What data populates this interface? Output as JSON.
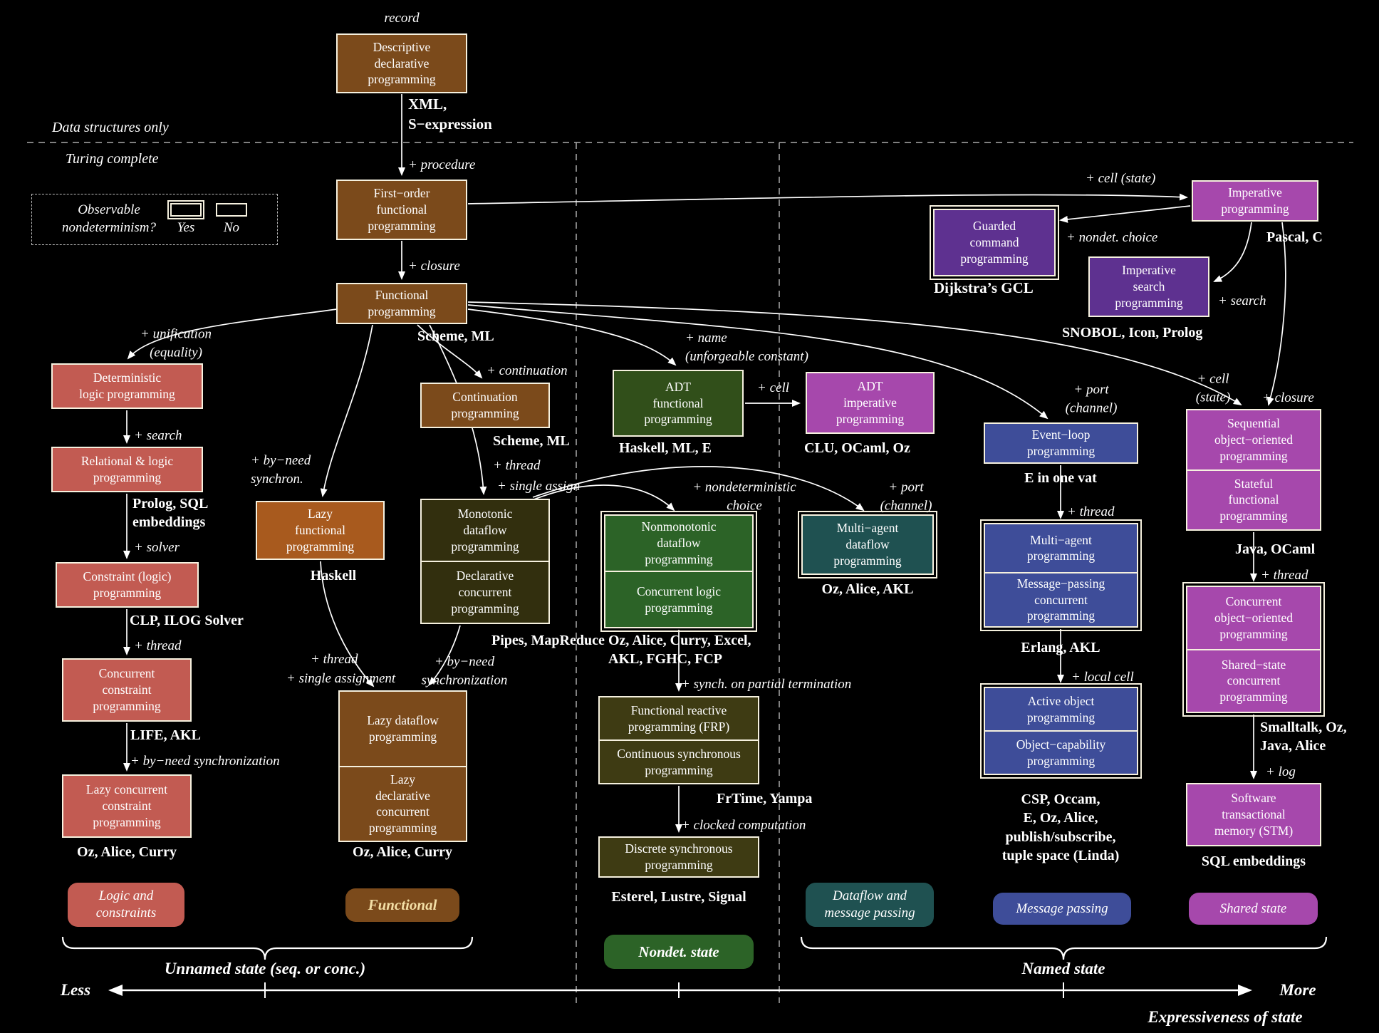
{
  "colors": {
    "background": "#000000",
    "brown": "#7b4a1b",
    "orange": "#a85a1e",
    "red": "#c25b52",
    "olive_dark": "#322f0e",
    "olive": "#3e3b13",
    "dark_green": "#314f1a",
    "green": "#2c6327",
    "teal": "#1f5151",
    "navy": "#3e4d99",
    "magenta": "#a648ac",
    "purple": "#5e3190",
    "line": "#ffffff",
    "box_border": "#f6f1df"
  },
  "top": {
    "record": "record",
    "data_structures": "Data structures only",
    "turing": "Turing complete"
  },
  "legend": {
    "q": "Observable\nnondeterminism?",
    "yes": "Yes",
    "no": "No"
  },
  "nodes": {
    "descriptive": "Descriptive\ndeclarative\nprogramming",
    "first_order": "First−order\nfunctional\nprogramming",
    "functional": "Functional\nprogramming",
    "det_logic": "Deterministic\nlogic programming",
    "rel_logic": "Relational & logic\nprogramming",
    "constraint": "Constraint (logic)\nprogramming",
    "conc_constraint": "Concurrent\nconstraint\nprogramming",
    "lazy_conc": "Lazy concurrent\nconstraint\nprogramming",
    "lazy_functional": "Lazy\nfunctional\nprogramming",
    "continuation": "Continuation\nprogramming",
    "monotonic": "Monotonic\ndataflow\nprogramming",
    "decl_conc": "Declarative\nconcurrent\nprogramming",
    "lazy_dataflow": "Lazy dataflow\nprogramming",
    "lazy_decl_conc": "Lazy\ndeclarative\nconcurrent\nprogramming",
    "adt_functional": "ADT\nfunctional\nprogramming",
    "adt_imperative": "ADT\nimperative\nprogramming",
    "nonmono_df": "Nonmonotonic\ndataflow\nprogramming",
    "conc_logic": "Concurrent logic\nprogramming",
    "frp": "Functional reactive\nprogramming (FRP)",
    "cont_sync": "Continuous synchronous\nprogramming",
    "discrete": "Discrete synchronous\nprogramming",
    "ma_dataflow": "Multi−agent\ndataflow\nprogramming",
    "event_loop": "Event−loop\nprogramming",
    "ma_prog": "Multi−agent\nprogramming",
    "mp_conc": "Message−passing\nconcurrent\nprogramming",
    "active_obj": "Active object\nprogramming",
    "obj_cap": "Object−capability\nprogramming",
    "imperative": "Imperative\nprogramming",
    "guarded": "Guarded\ncommand\nprogramming",
    "imp_search": "Imperative\nsearch\nprogramming",
    "seq_oo": "Sequential\nobject−oriented\nprogramming",
    "stateful_fn": "Stateful\nfunctional\nprogramming",
    "conc_oo": "Concurrent\nobject−oriented\nprogramming",
    "shared_conc": "Shared−state\nconcurrent\nprogramming",
    "stm": "Software\ntransactional\nmemory (STM)"
  },
  "edges": {
    "procedure": "+ procedure",
    "closure1": "+ closure",
    "unification": "+ unification\n(equality)",
    "search1": "+ search",
    "solver": "+ solver",
    "thread1": "+ thread",
    "byneed1": "+ by−need synchronization",
    "byneed_syn": "+ by−need\nsynchron.",
    "continuation": "+ continuation",
    "thread2": "+ thread",
    "single_assign": "+ single assign",
    "thread3": "+ thread",
    "single_assignment": "+ single assignment",
    "byneed2": "+ by−need\nsynchronization",
    "name": "+ name\n(unforgeable constant)",
    "cell1": "+ cell",
    "nondet1": "+ nondeterministic\nchoice",
    "port1": "+ port\n(channel)",
    "synch_partial": "+ synch. on partial termination",
    "clocked": "+ clocked computation",
    "port2": "+ port\n(channel)",
    "thread4": "+ thread",
    "local_cell": "+ local cell",
    "cell_state1": "+ cell (state)",
    "nondet2": "+ nondet. choice",
    "search2": "+ search",
    "cell_state2": "+ cell\n(state)",
    "closure2": "+ closure",
    "thread5": "+ thread",
    "log": "+ log"
  },
  "langs": {
    "xml": "XML,\nS−expression",
    "scheme1": "Scheme, ML",
    "prolog": "Prolog, SQL\nembeddings",
    "clp": "CLP, ILOG Solver",
    "life": "LIFE, AKL",
    "oz1": "Oz, Alice, Curry",
    "haskell": "Haskell",
    "scheme2": "Scheme, ML",
    "pipes": "Pipes, MapReduce",
    "oz2": "Oz, Alice, Curry",
    "haskell_ml_e": "Haskell, ML, E",
    "clu": "CLU, OCaml, Oz",
    "nonmono": "Oz, Alice, Curry, Excel,\nAKL, FGHC, FCP",
    "frtime": "FrTime, Yampa",
    "esterel": "Esterel, Lustre, Signal",
    "oz_akl": "Oz, Alice, AKL",
    "e_vat": "E in one vat",
    "erlang": "Erlang, AKL",
    "csp": "CSP, Occam,\nE, Oz, Alice,\npublish/subscribe,\ntuple space (Linda)",
    "pascal": "Pascal, C",
    "dijkstra": "Dijkstra’s GCL",
    "snobol": "SNOBOL, Icon, Prolog",
    "java_ocaml": "Java, OCaml",
    "smalltalk": "Smalltalk, Oz,\nJava, Alice",
    "sql": "SQL embeddings"
  },
  "cats": {
    "logic": "Logic and\nconstraints",
    "functional": "Functional",
    "nondet": "Nondet. state",
    "dataflow": "Dataflow and\nmessage passing",
    "message": "Message passing",
    "shared": "Shared state"
  },
  "axis": {
    "unnamed": "Unnamed state (seq. or conc.)",
    "named": "Named state",
    "less": "Less",
    "more": "More",
    "expr": "Expressiveness of state"
  }
}
